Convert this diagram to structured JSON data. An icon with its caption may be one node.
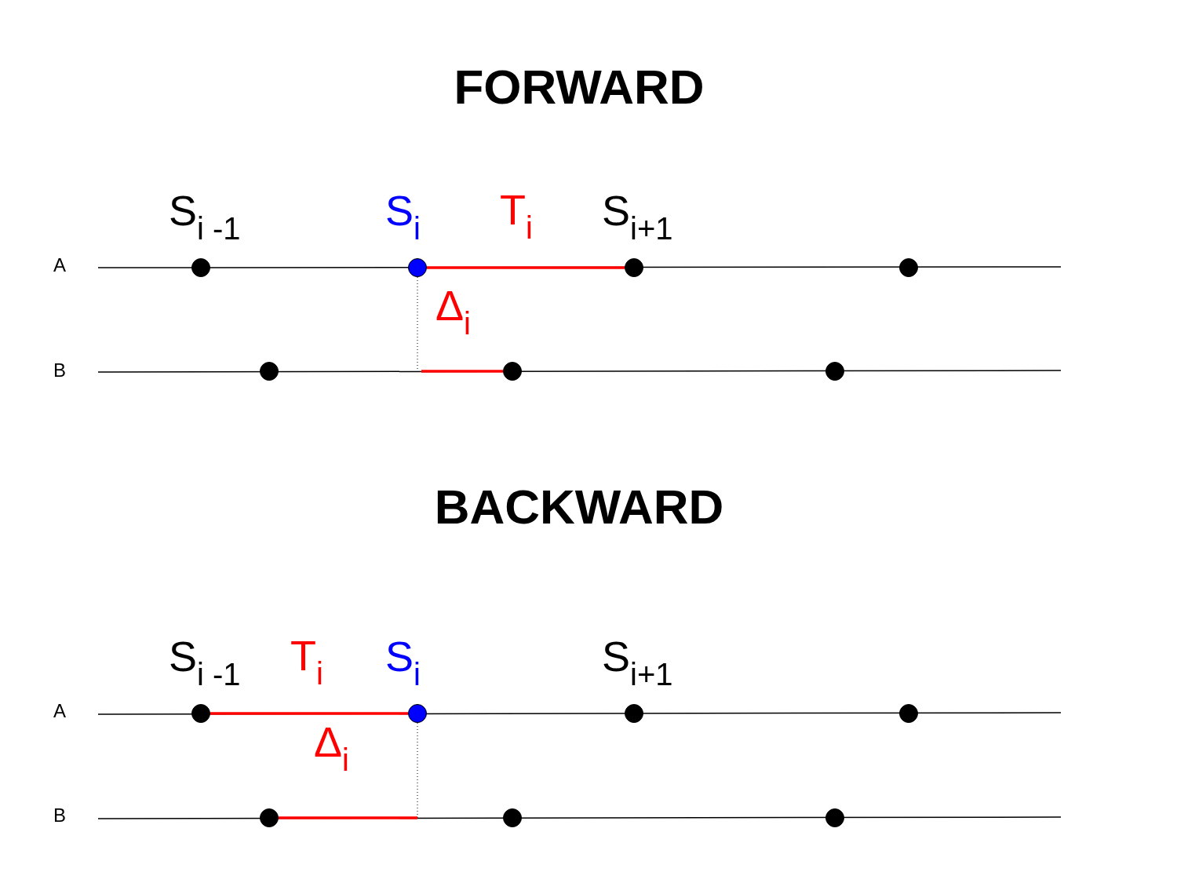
{
  "diagram": {
    "nodes": [
      {
        "text": [],
        "shape": "circle",
        "beside": [
          "S$_{i -1}$"
        ]
      },
      {
        "text": [],
        "shape": "circle",
        "beside": [
          "S$_{i}$"
        ]
      },
      {
        "text": [],
        "shape": "circle",
        "beside": [
          "S$_{i+1}$"
        ]
      },
      {
        "text": [],
        "shape": "circle"
      },
      {
        "text": [],
        "shape": "circle"
      },
      {
        "text": [],
        "shape": "circle"
      },
      {
        "text": [],
        "shape": "circle"
      },
      {
        "text": [],
        "shape": "circle",
        "beside": [
          "S$_{i -1}$"
        ]
      },
      {
        "text": [],
        "shape": "circle",
        "beside": [
          "S$_{i}$"
        ]
      },
      {
        "text": [],
        "shape": "circle",
        "beside": [
          "S$_{i+1}$"
        ]
      },
      {
        "text": [],
        "shape": "circle"
      },
      {
        "text": [],
        "shape": "circle"
      },
      {
        "text": [],
        "shape": "circle"
      },
      {
        "text": [],
        "shape": "circle"
      }
    ],
    "edges": [
      {
        "from": 1,
        "to": 2,
        "arrow": "none",
        "label": "T$_{i}$"
      },
      {
        "from": null,
        "to": 5,
        "arrow": "none",
        "label": "Δ$_{i}$"
      },
      {
        "from": 7,
        "to": 8,
        "arrow": "none",
        "label": "T$_{i}$"
      },
      {
        "from": 11,
        "to": null,
        "arrow": "none",
        "label": "Δ$_{i}$"
      }
    ],
    "labels": [
      "FORWARD",
      "A",
      "B",
      "BACKWARD",
      "A",
      "B"
    ]
  }
}
